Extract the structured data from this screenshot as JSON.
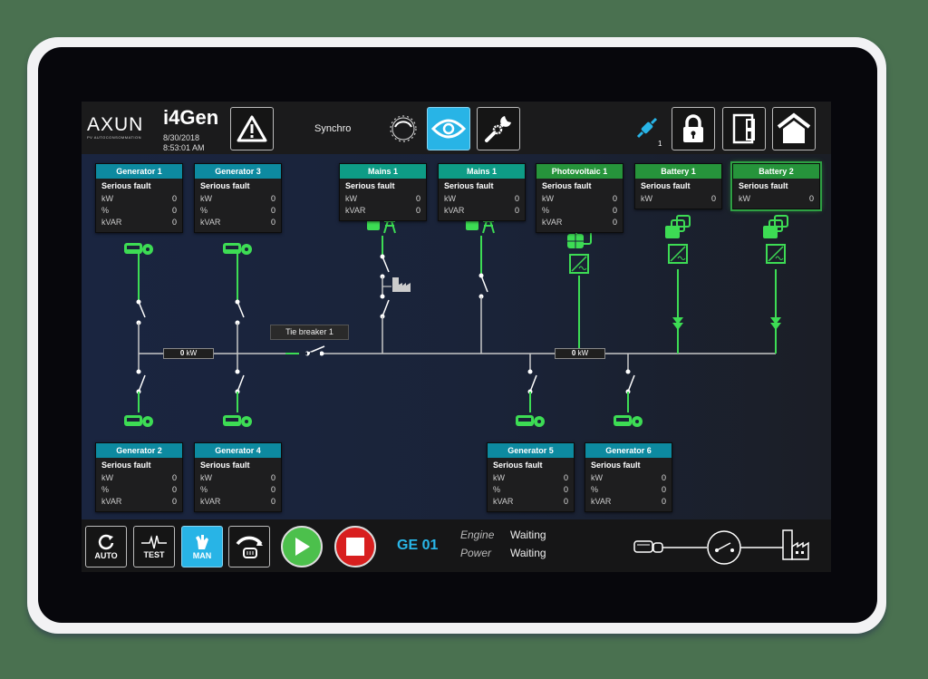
{
  "header": {
    "logo": "AXUN",
    "logo_subtitle": "PV AUTOCONSOMMATION",
    "app_title": "i4Gen",
    "date": "8/30/2018",
    "time": "8:53:01 AM",
    "synchro_label": "Synchro",
    "connection_count": "1",
    "icons": [
      "warning-icon",
      "synchro-dial-icon",
      "eye-icon",
      "tools-icon",
      "plug-icon",
      "lock-icon",
      "door-icon",
      "home-icon"
    ]
  },
  "cards": {
    "gen1": {
      "title": "Generator 1",
      "status": "Serious fault",
      "rows": [
        {
          "k": "kW",
          "v": "0"
        },
        {
          "k": "%",
          "v": "0"
        },
        {
          "k": "kVAR",
          "v": "0"
        }
      ]
    },
    "gen3": {
      "title": "Generator 3",
      "status": "Serious fault",
      "rows": [
        {
          "k": "kW",
          "v": "0"
        },
        {
          "k": "%",
          "v": "0"
        },
        {
          "k": "kVAR",
          "v": "0"
        }
      ]
    },
    "mains1a": {
      "title": "Mains 1",
      "status": "Serious fault",
      "rows": [
        {
          "k": "kW",
          "v": "0"
        },
        {
          "k": "kVAR",
          "v": "0"
        }
      ]
    },
    "mains1b": {
      "title": "Mains 1",
      "status": "Serious fault",
      "rows": [
        {
          "k": "kW",
          "v": "0"
        },
        {
          "k": "kVAR",
          "v": "0"
        }
      ]
    },
    "pv1": {
      "title": "Photovoltaic 1",
      "status": "Serious fault",
      "rows": [
        {
          "k": "kW",
          "v": "0"
        },
        {
          "k": "%",
          "v": "0"
        },
        {
          "k": "kVAR",
          "v": "0"
        }
      ]
    },
    "bat1": {
      "title": "Battery 1",
      "status": "Serious fault",
      "rows": [
        {
          "k": "kW",
          "v": "0"
        }
      ]
    },
    "bat2": {
      "title": "Battery 2",
      "status": "Serious fault",
      "rows": [
        {
          "k": "kW",
          "v": "0"
        }
      ]
    },
    "gen2": {
      "title": "Generator 2",
      "status": "Serious fault",
      "rows": [
        {
          "k": "kW",
          "v": "0"
        },
        {
          "k": "%",
          "v": "0"
        },
        {
          "k": "kVAR",
          "v": "0"
        }
      ]
    },
    "gen4": {
      "title": "Generator 4",
      "status": "Serious fault",
      "rows": [
        {
          "k": "kW",
          "v": "0"
        },
        {
          "k": "%",
          "v": "0"
        },
        {
          "k": "kVAR",
          "v": "0"
        }
      ]
    },
    "gen5": {
      "title": "Generator 5",
      "status": "Serious fault",
      "rows": [
        {
          "k": "kW",
          "v": "0"
        },
        {
          "k": "%",
          "v": "0"
        },
        {
          "k": "kVAR",
          "v": "0"
        }
      ]
    },
    "gen6": {
      "title": "Generator 6",
      "status": "Serious fault",
      "rows": [
        {
          "k": "kW",
          "v": "0"
        },
        {
          "k": "%",
          "v": "0"
        },
        {
          "k": "kVAR",
          "v": "0"
        }
      ]
    }
  },
  "diagram": {
    "bus_left_power": "0",
    "bus_right_power": "0",
    "power_unit": "kW",
    "tie_breaker_label": "Tie breaker 1"
  },
  "bottom": {
    "modes": {
      "auto": "AUTO",
      "test": "TEST",
      "man": "MAN"
    },
    "active_mode": "MAN",
    "unit_label": "GE 01",
    "engine_label": "Engine",
    "engine_value": "Waiting",
    "power_label": "Power",
    "power_value": "Waiting"
  },
  "colors": {
    "accent_blue": "#28b4e6",
    "live_green": "#3ddc54",
    "generator_header": "#0d8aa0",
    "mains_header": "#0e9c86",
    "green_header": "#26943b",
    "start_green": "#4cc04c",
    "stop_red": "#d81f1f"
  }
}
